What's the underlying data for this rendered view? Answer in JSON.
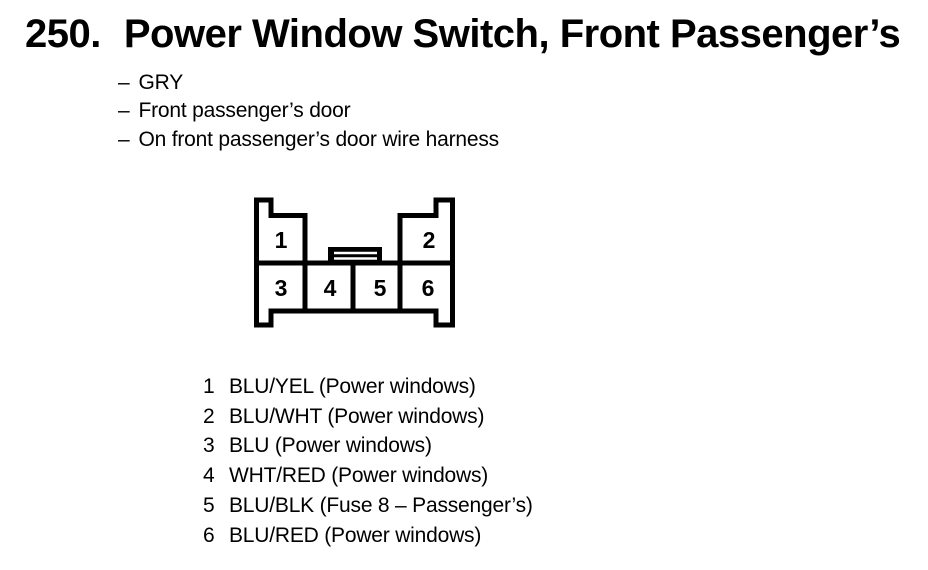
{
  "title": {
    "number": "250.",
    "text": "Power Window Switch, Front Passenger’s"
  },
  "details": {
    "bullet_char": "–",
    "items": [
      "GRY",
      "Front passenger’s door",
      "On front passenger’s door wire harness"
    ]
  },
  "connector": {
    "cavities": [
      "1",
      "2",
      "3",
      "4",
      "5",
      "6"
    ],
    "stroke_color": "#000000",
    "fill_color": "#ffffff"
  },
  "pins": [
    {
      "num": "1",
      "label": "BLU/YEL (Power windows)"
    },
    {
      "num": "2",
      "label": "BLU/WHT (Power windows)"
    },
    {
      "num": "3",
      "label": "BLU (Power windows)"
    },
    {
      "num": "4",
      "label": "WHT/RED (Power windows)"
    },
    {
      "num": "5",
      "label": "BLU/BLK (Fuse 8 – Passenger’s)"
    },
    {
      "num": "6",
      "label": "BLU/RED (Power windows)"
    }
  ]
}
